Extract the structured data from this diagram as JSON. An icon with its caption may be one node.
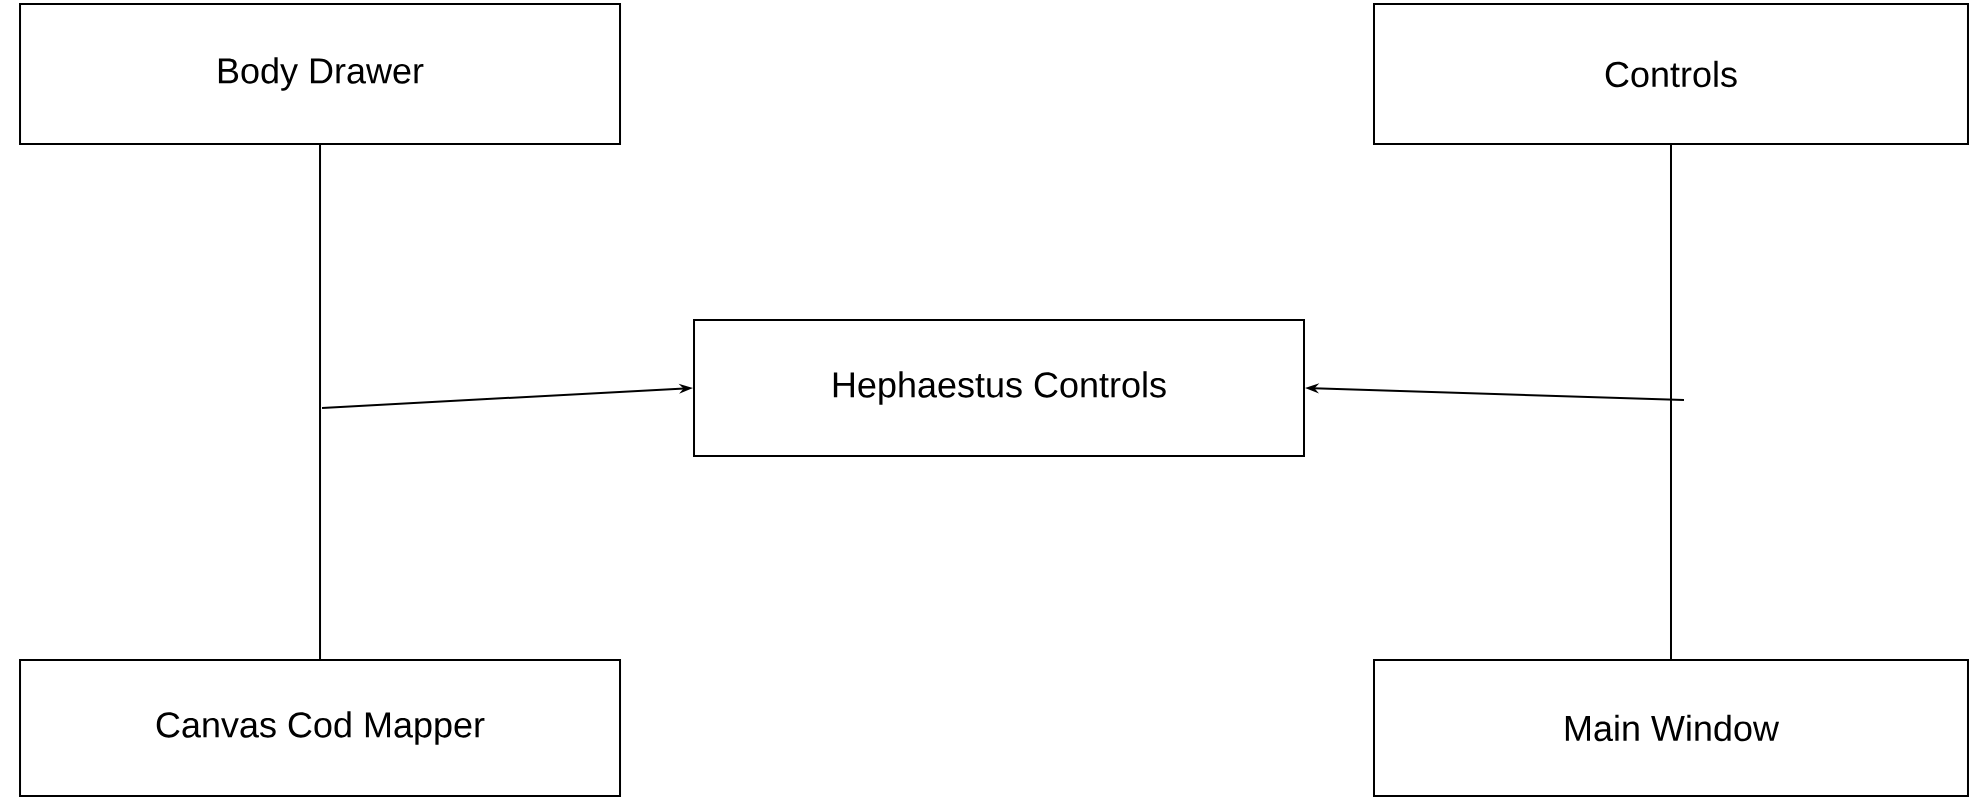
{
  "diagram": {
    "nodes": [
      {
        "text": [
          "Body Drawer"
        ]
      },
      {
        "text": [
          "Canvas Cod Mapper"
        ]
      },
      {
        "text": [
          "Hephaestus Controls"
        ]
      },
      {
        "text": [
          "Controls"
        ]
      },
      {
        "text": [
          "Main Window"
        ]
      }
    ],
    "edges": [
      {
        "from": 0,
        "to": 1,
        "arrow": "none"
      },
      {
        "from": null,
        "to": 2,
        "arrow": "to"
      },
      {
        "from": 3,
        "to": 4,
        "arrow": "none"
      },
      {
        "from": null,
        "to": 2,
        "arrow": "to"
      }
    ]
  }
}
